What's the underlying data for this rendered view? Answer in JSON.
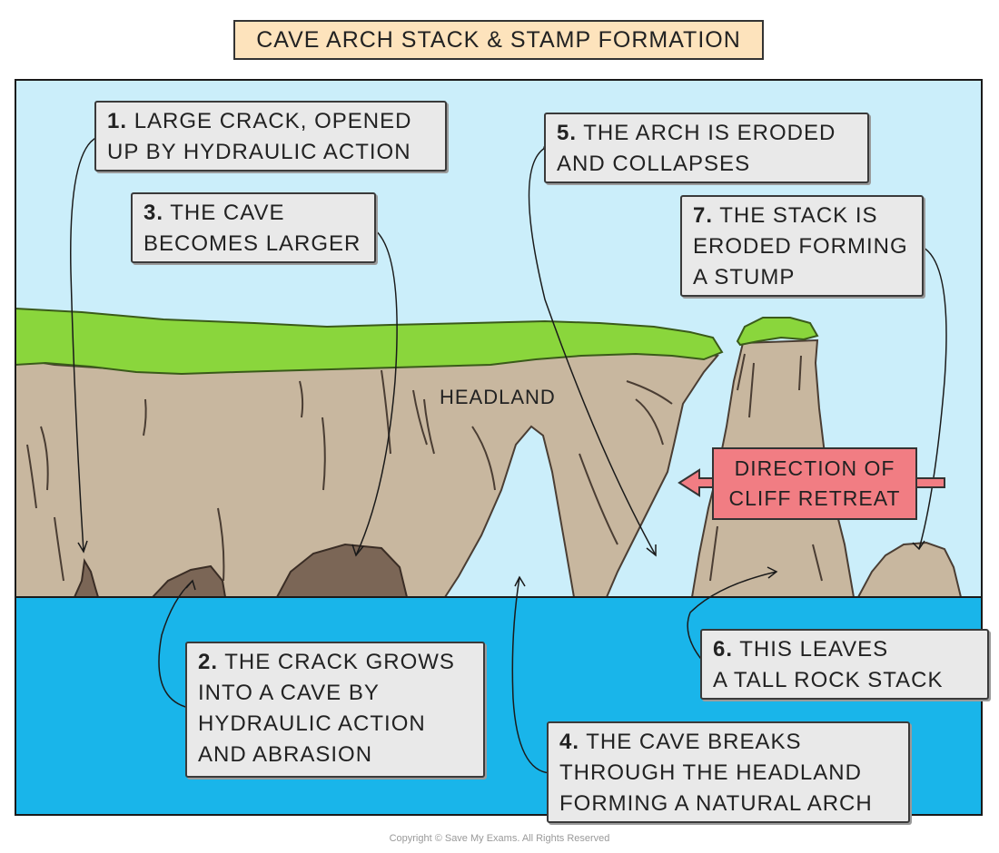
{
  "title": "CAVE ARCH STACK & STAMP FORMATION",
  "headland_label": "HEADLAND",
  "retreat": {
    "line1": "DIRECTION OF",
    "line2": "CLIFF RETREAT"
  },
  "labels": {
    "l1": {
      "num": "1.",
      "line1": "LARGE CRACK, OPENED",
      "line2": "UP BY HYDRAULIC ACTION"
    },
    "l2": {
      "num": "2.",
      "line1": "THE CRACK GROWS",
      "line2": "INTO A CAVE BY",
      "line3": "HYDRAULIC ACTION",
      "line4": "AND ABRASION"
    },
    "l3": {
      "num": "3.",
      "line1": "THE CAVE",
      "line2": "BECOMES LARGER"
    },
    "l4": {
      "num": "4.",
      "line1": "THE CAVE BREAKS",
      "line2": "THROUGH THE HEADLAND",
      "line3": "FORMING A NATURAL ARCH"
    },
    "l5": {
      "num": "5.",
      "line1": "THE ARCH IS ERODED",
      "line2": "AND COLLAPSES"
    },
    "l6": {
      "num": "6.",
      "line1": "THIS LEAVES",
      "line2": "A TALL ROCK STACK"
    },
    "l7": {
      "num": "7.",
      "line1": "THE STACK IS",
      "line2": "ERODED FORMING",
      "line3": "A STUMP"
    }
  },
  "copyright": "Copyright © Save My Exams. All Rights Reserved",
  "colors": {
    "sky": "#cbeefa",
    "sea": "#19b5ea",
    "grass": "#8ad63c",
    "rock": "#c8b79f",
    "cave": "#7b6656",
    "title_bg": "#fde3bc",
    "label_bg": "#e9e9e9",
    "retreat_bg": "#f17d83"
  }
}
